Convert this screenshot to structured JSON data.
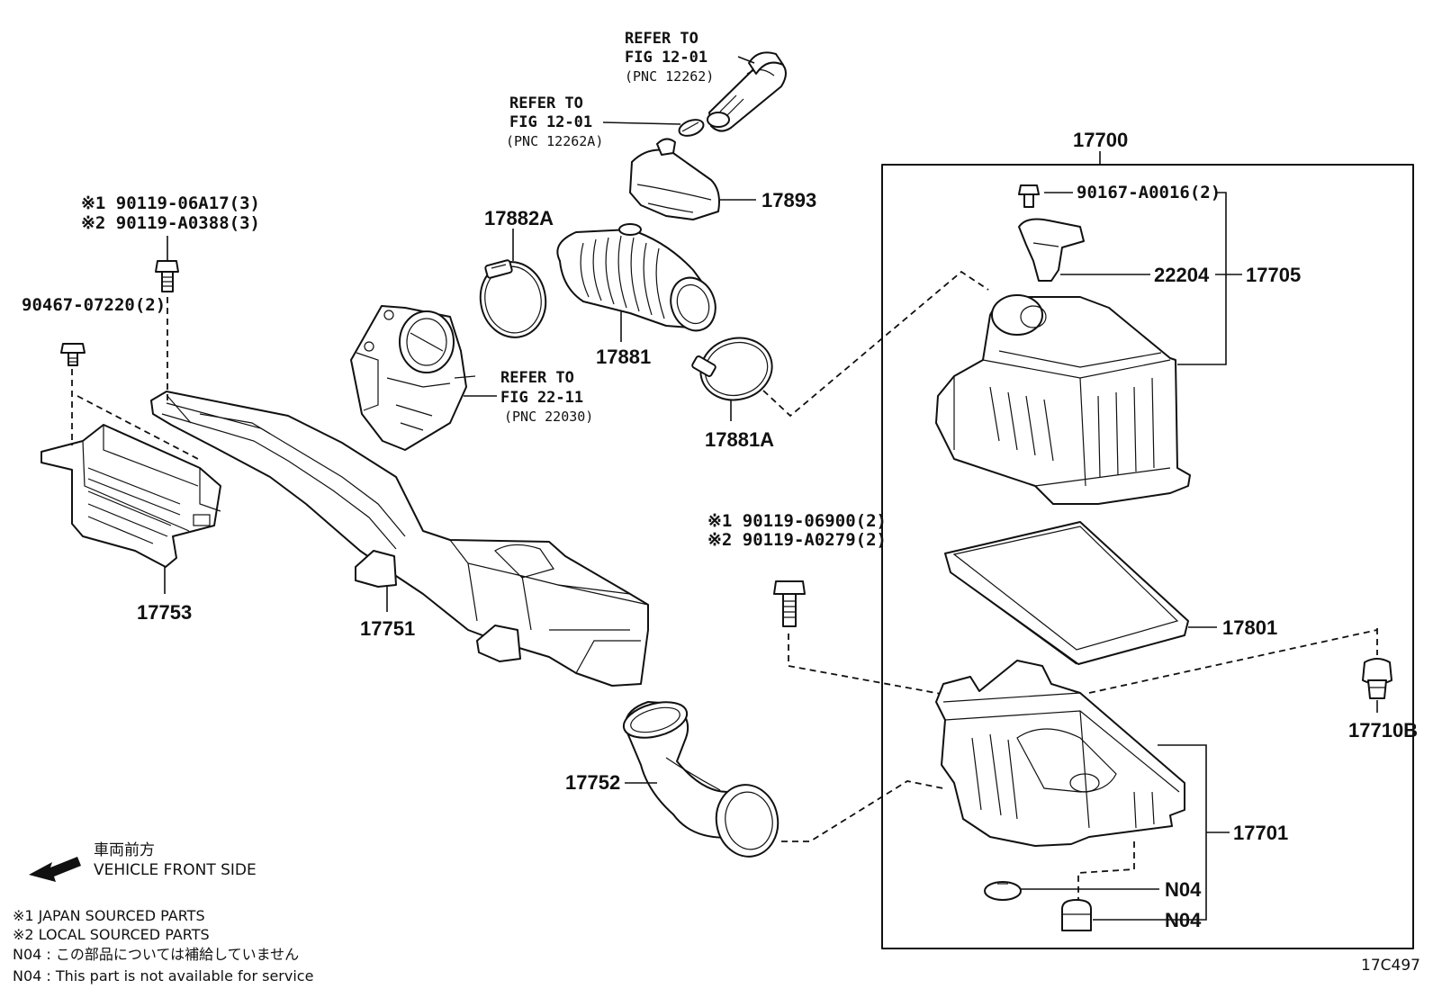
{
  "refs": [
    {
      "line1": "REFER TO",
      "line2": "FIG 12-01",
      "line3": "(PNC 12262)"
    },
    {
      "line1": "REFER TO",
      "line2": "FIG 12-01",
      "line3": "(PNC 12262A)"
    },
    {
      "line1": "REFER TO",
      "line2": "FIG 22-11",
      "line3": "(PNC 22030)"
    }
  ],
  "bolt_left": {
    "line1": "※1 90119-06A17(3)",
    "line2": "※2 90119-A0388(3)"
  },
  "bolt_mid": {
    "line1": "※1 90119-06900(2)",
    "line2": "※2 90119-A0279(2)"
  },
  "parts": {
    "p90467": "90467-07220(2)",
    "p17893": "17893",
    "p17882A": "17882A",
    "p17881": "17881",
    "p17881A": "17881A",
    "p17700": "17700",
    "p90167": "90167-A0016(2)",
    "p22204": "22204",
    "p17705": "17705",
    "p17753": "17753",
    "p17751": "17751",
    "p17801": "17801",
    "p17710B": "17710B",
    "p17752": "17752",
    "p17701": "17701",
    "n04a": "N04",
    "n04b": "N04"
  },
  "legend": {
    "front_jp": "車両前方",
    "front_en": "VEHICLE FRONT SIDE",
    "note1": "※1  JAPAN SOURCED PARTS",
    "note2": "※2  LOCAL SOURCED PARTS",
    "note3": "N04 : この部品については補給していません",
    "note4": "N04 : This part is not available for service"
  },
  "figure_id": "17C497"
}
